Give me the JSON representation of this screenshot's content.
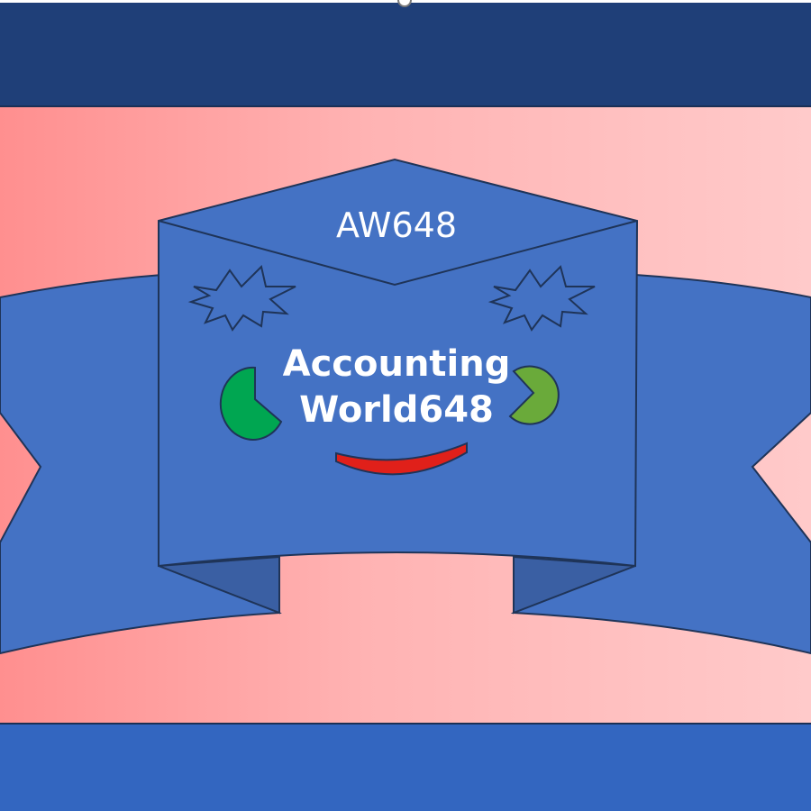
{
  "logo": {
    "code": "AW648",
    "name_line1": "Accounting",
    "name_line2": "World648"
  },
  "colors": {
    "top_band": "#1f3f78",
    "bottom_band": "#3366c0",
    "ribbon": "#4472c4",
    "ribbon_fold": "#3a5fa3",
    "background_gradient_start": "#ff8f8f",
    "background_gradient_end": "#ffcaca",
    "left_eye": "#00a651",
    "right_eye": "#6aaa3a",
    "mouth": "#e0201a"
  }
}
